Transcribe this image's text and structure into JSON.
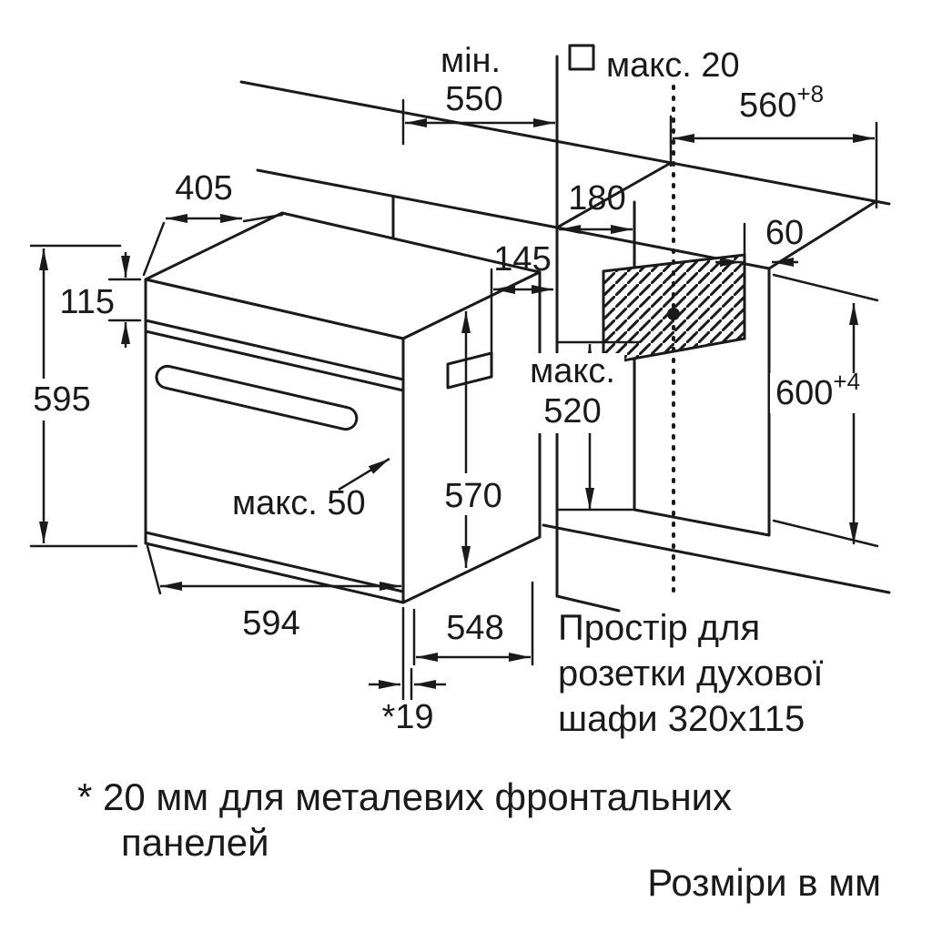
{
  "diagram": {
    "dims": {
      "min550": {
        "prefix": "мін.",
        "value": "550"
      },
      "max20": "макс. 20",
      "d560": {
        "base": "560",
        "sup": "+8"
      },
      "d405": "405",
      "d180": "180",
      "d60": "60",
      "d145": "145",
      "d115": "115",
      "d595": "595",
      "max520": {
        "line1": "макс.",
        "line2": "520"
      },
      "d600": {
        "base": "600",
        "sup": "+4"
      },
      "d570": "570",
      "max50": "макс. 50",
      "d594": "594",
      "d548": "548",
      "d19": "*19"
    },
    "socket_note": {
      "line1": "Простір для",
      "line2": "розетки духової",
      "line3": "шафи 320x115"
    },
    "footnote": {
      "line1": "* 20 мм для металевих фронтальних",
      "line2": "панелей"
    },
    "units_note": "Розміри в мм",
    "colors": {
      "line": "#1a1a1a",
      "background": "#ffffff"
    }
  }
}
